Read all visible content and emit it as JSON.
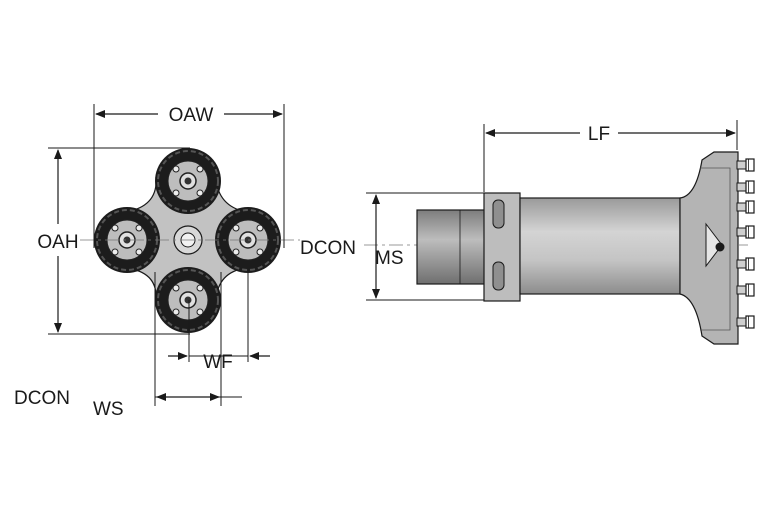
{
  "labels": {
    "oaw": "OAW",
    "oah": "OAH",
    "wf": "WF",
    "dcon_ws_main": "DCON",
    "dcon_ws_sub": "WS",
    "dcon_ms_main": "DCON",
    "dcon_ms_sub": "MS",
    "lf": "LF"
  },
  "colors": {
    "line": "#1a1a1a",
    "body_fill": "#bcbcbc",
    "body_dark": "#8a8a8a",
    "cartridge": "#1c1c1c",
    "screw": "#d0d0d0"
  }
}
